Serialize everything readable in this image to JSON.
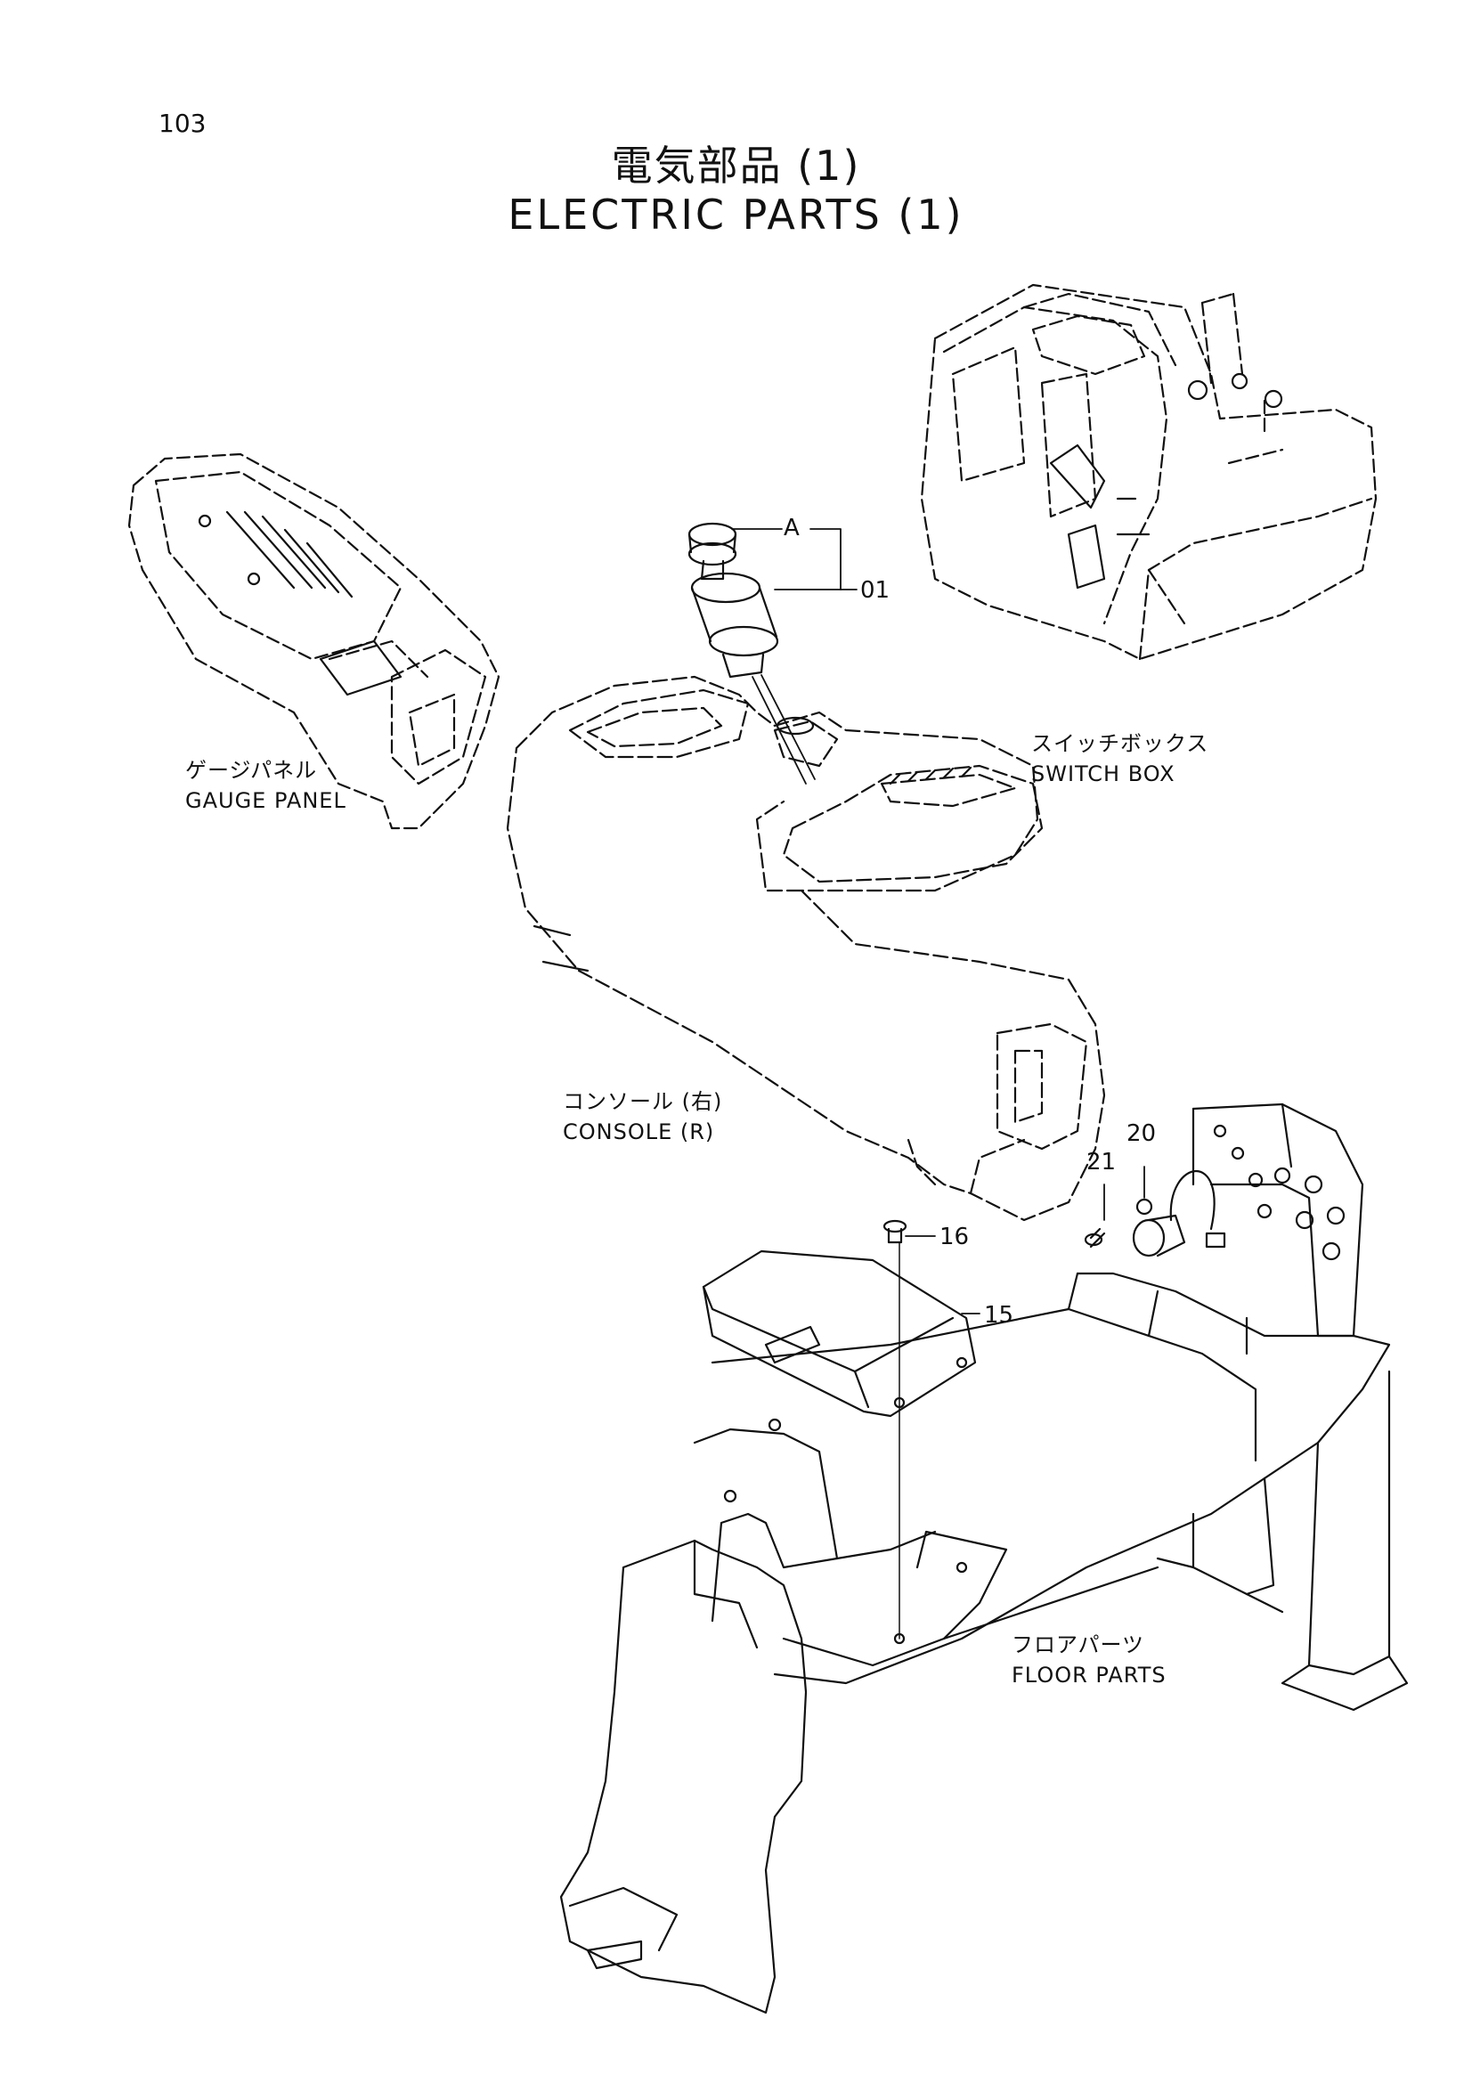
{
  "page_number": "103",
  "title": {
    "jp": "電気部品 (1)",
    "en": "ELECTRIC PARTS (1)"
  },
  "labels": {
    "gauge_panel": {
      "jp": "ゲージパネル",
      "en": "GAUGE PANEL"
    },
    "switch_box": {
      "jp": "スイッチボックス",
      "en": "SWITCH BOX"
    },
    "console": {
      "jp": "コンソール (右)",
      "en": "CONSOLE (R)"
    },
    "floor_parts": {
      "jp": "フロアパーツ",
      "en": "FLOOR PARTS"
    }
  },
  "callouts": {
    "a": "A",
    "p01": "01",
    "p15": "15",
    "p16": "16",
    "p20": "20",
    "p21": "21"
  }
}
